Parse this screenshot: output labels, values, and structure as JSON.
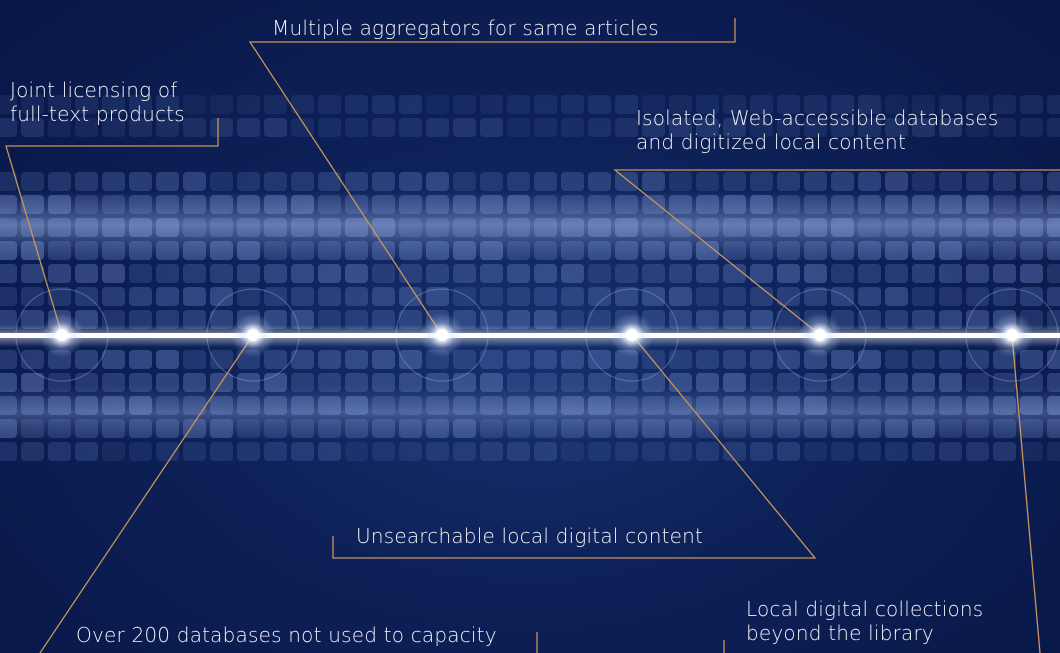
{
  "colors": {
    "background": "#0b1a4c",
    "leader_line": "#c9955a",
    "light_beam": "#ffffff"
  },
  "callouts": [
    {
      "id": "joint-licensing",
      "lines": [
        "Joint licensing of",
        "full-text products"
      ]
    },
    {
      "id": "multiple-aggregators",
      "lines": [
        "Multiple aggregators for same articles"
      ]
    },
    {
      "id": "isolated-databases",
      "lines": [
        "Isolated, Web-accessible databases",
        "and digitized local content"
      ]
    },
    {
      "id": "unsearchable-content",
      "lines": [
        "Unsearchable local digital content"
      ]
    },
    {
      "id": "over-200-databases",
      "lines": [
        "Over 200 databases not used to capacity"
      ]
    },
    {
      "id": "local-collections",
      "lines": [
        "Local digital collections",
        "beyond the library"
      ]
    }
  ]
}
